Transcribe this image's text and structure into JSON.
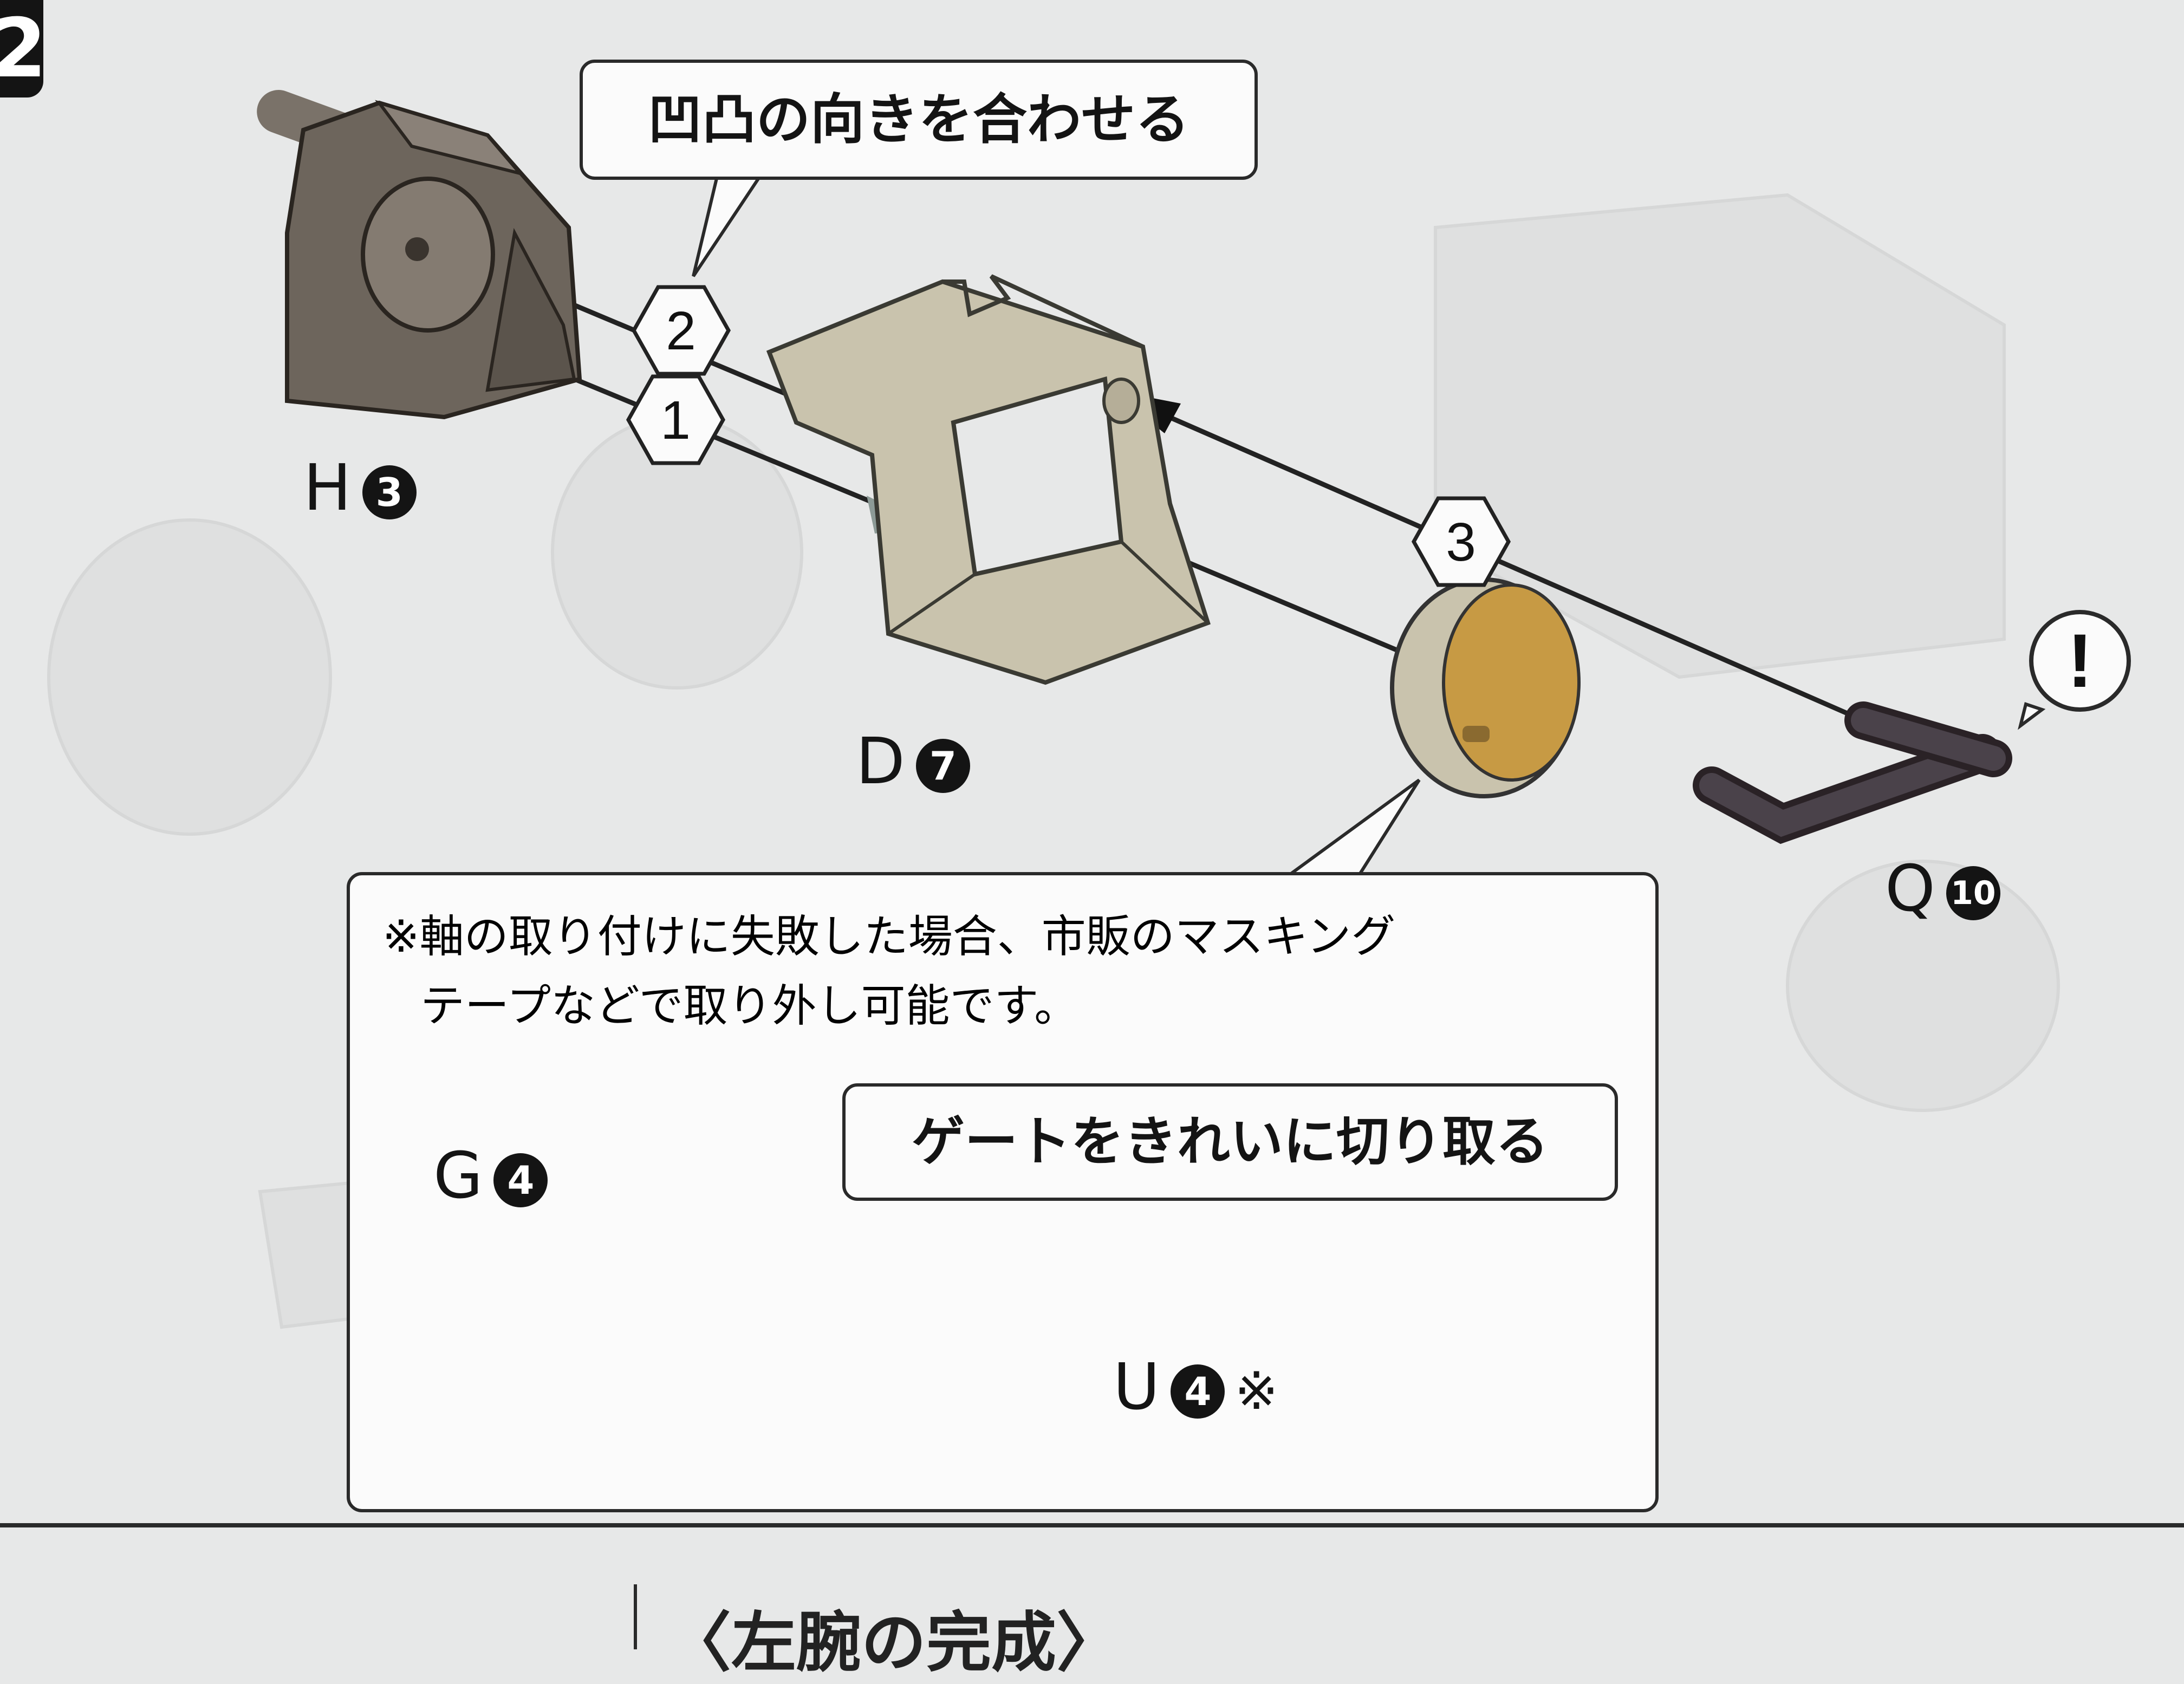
{
  "step": {
    "number": "2"
  },
  "callouts": {
    "align": "凹凸の向きを合わせる",
    "gate": "ゲートをきれいに切り取る",
    "attention_mark": "!"
  },
  "note": {
    "line1": "※軸の取り付けに失敗した場合、市販のマスキング",
    "line2": "テープなどで取り外し可能です。"
  },
  "step_markers": [
    "2",
    "1",
    "3"
  ],
  "parts": {
    "H": {
      "letter": "H",
      "number": "3",
      "color": "#6d655c"
    },
    "D": {
      "letter": "D",
      "number": "7",
      "color": "#c9c3ad"
    },
    "Q": {
      "letter": "Q",
      "number": "10",
      "color": "#3e3840"
    },
    "G": {
      "letter": "G",
      "number": "4",
      "color": "#c9c3ad"
    },
    "U": {
      "letter": "U",
      "number": "4",
      "suffix": "※",
      "color": "#c79a44"
    }
  },
  "section": {
    "title": "〈左腕の完成〉"
  }
}
